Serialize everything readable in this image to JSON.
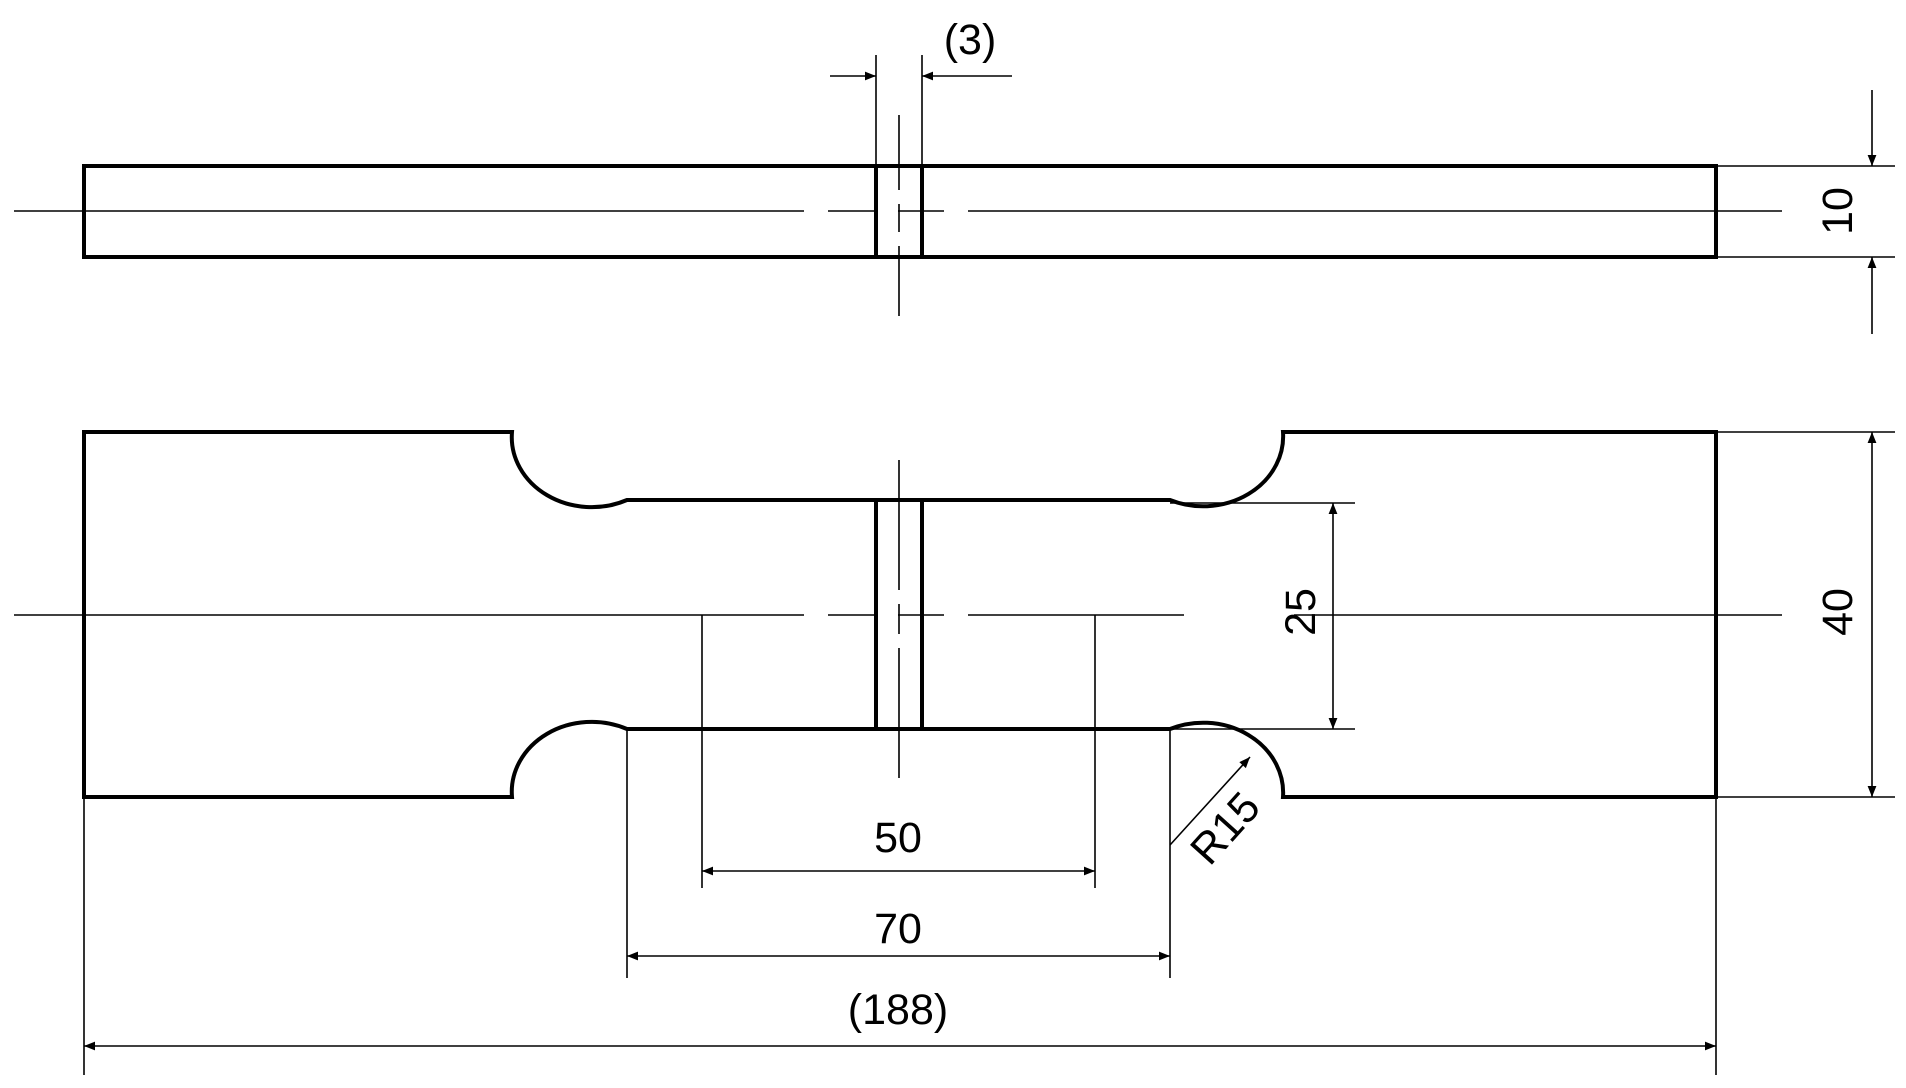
{
  "dimensions": {
    "slice_thickness": "(3)",
    "thickness": "10",
    "overall_width": "40",
    "narrow_width": "25",
    "gauge_length": "50",
    "narrow_length": "70",
    "fillet_radius": "R15",
    "overall_length": "(188)"
  }
}
